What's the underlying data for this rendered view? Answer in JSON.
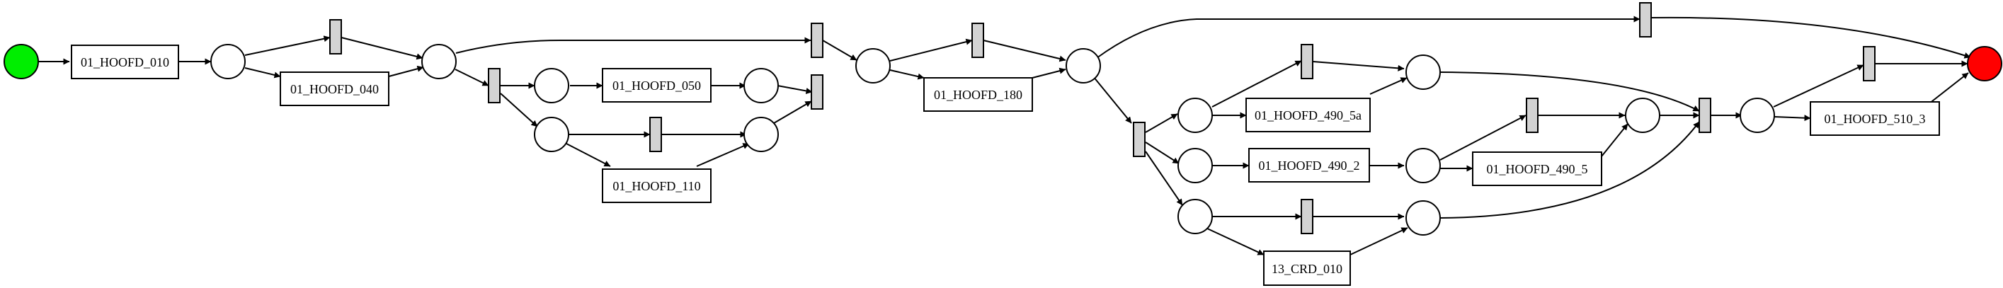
{
  "diagram": {
    "type": "petri-net",
    "colors": {
      "source_place": "#00ee00",
      "sink_place": "#ff0000",
      "silent_transition": "#d3d3d3",
      "stroke": "#000000"
    },
    "transitions": {
      "t010": "01_HOOFD_010",
      "t040": "01_HOOFD_040",
      "t050": "01_HOOFD_050",
      "t110": "01_HOOFD_110",
      "t180": "01_HOOFD_180",
      "t490_5a": "01_HOOFD_490_5a",
      "t490_2": "01_HOOFD_490_2",
      "t490_5": "01_HOOFD_490_5",
      "t510_3": "01_HOOFD_510_3",
      "tcrd": "13_CRD_010"
    }
  }
}
